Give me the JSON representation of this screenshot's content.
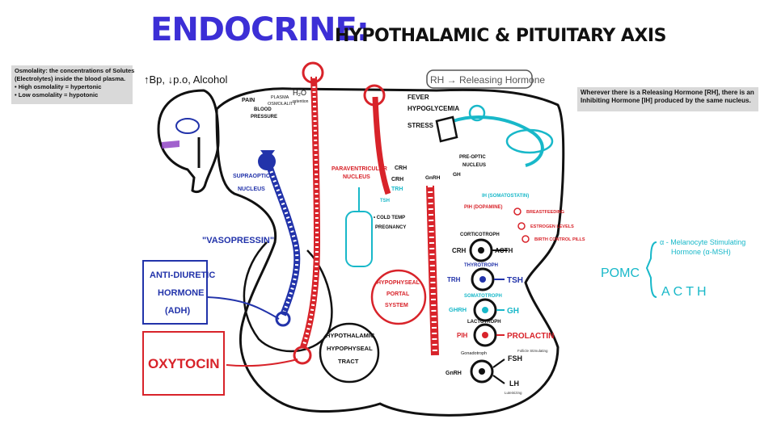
{
  "title": {
    "main": "ENDOCRINE:",
    "sub": "HYPOTHALAMIC & PITUITARY AXIS"
  },
  "notes": {
    "osmolality": {
      "definition": "Osmolality: the concentrations of Solutes",
      "definition_cont": "(Electrolytes) inside the blood plasma.",
      "high": "• High osmolality = hypertonic",
      "low": "• Low osmolality = hypotonic"
    },
    "inhibiting": {
      "line1": "Wherever there is a Releasing Hormone [RH], there is an",
      "line2": "Inhibiting Hormone [IH] produced by the same nucleus."
    }
  },
  "labels": {
    "stimuli_top": "↑Bp, ↓p.o, Alcohol",
    "rh_note": "RH → Releasing Hormone",
    "pain": "PAIN",
    "blood_pressure": "BLOOD",
    "blood_pressure2": "PRESSURE",
    "plasma_osmolality": "PLASMA",
    "plasma_osmolality2": "OSMOLALITY",
    "h2o": "H₂O",
    "h2o_note": "retention",
    "supraoptic": "SUPRAOPTIC",
    "supraoptic2": "NUCLEUS",
    "paraventricular": "PARAVENTRICULAR",
    "paraventricular2": "NUCLEUS",
    "fever": "FEVER",
    "hypoglycemia": "HYPOGLYCEMIA",
    "stress": "STRESS",
    "preoptic": "PRE-OPTIC",
    "preoptic2": "NUCLEUS",
    "crh": "CRH",
    "trh": "TRH",
    "gnrh": "GnRH",
    "gh": "GH",
    "tsh_small": "TSH",
    "cold_temp": "• COLD TEMP",
    "pregnancy": "PREGNANCY",
    "ih_somatostatin": "IH (SOMATOSTATIN)",
    "ih_dopamine": "PIH (DOPAMINE)",
    "breastfeeding": "BREASTFEEDING",
    "estrogen": "ESTROGEN LEVELS",
    "birth_control": "BIRTH CONTROL PILLS",
    "vasopressin": "\"VASOPRESSIN\"",
    "adh": "ANTI-DIURETIC",
    "adh2": "HORMONE",
    "adh3": "(ADH)",
    "oxytocin": "OXYTOCIN",
    "hypothalamic_tract": "HYPOTHALAMIC",
    "hypothalamic_tract2": "HYPOPHYSEAL",
    "hypothalamic_tract3": "TRACT",
    "portal": "HYPOPHYSEAL",
    "portal2": "PORTAL",
    "portal3": "SYSTEM",
    "corticotroph": "CORTICOTROPH",
    "thyrotroph": "THYROTROPH",
    "somatotroph": "SOMATOTROPH",
    "lactotroph": "LACTOTROPH",
    "gonadotroph": "Gonadotroph",
    "crh2": "CRH",
    "acth": "ACTH",
    "trh2": "TRH",
    "tsh": "TSH",
    "ghrh": "GHRH",
    "gh2": "GH",
    "pih": "PIH",
    "prolactin": "PROLACTIN",
    "gnrh2": "GnRH",
    "fsh": "FSH",
    "lh": "LH",
    "fsh_note": "Follicle Stimulating",
    "lh_note": "Luteinizing",
    "pomc": "POMC",
    "msh": "α - Melanocyte Stimulating",
    "msh2": "Hormone (α-MSH)",
    "acth2": "ACTH"
  },
  "colors": {
    "title": "#3c2fd6",
    "red": "#d8232a",
    "blue": "#2233aa",
    "cyan": "#18b8c9",
    "black": "#111111"
  }
}
